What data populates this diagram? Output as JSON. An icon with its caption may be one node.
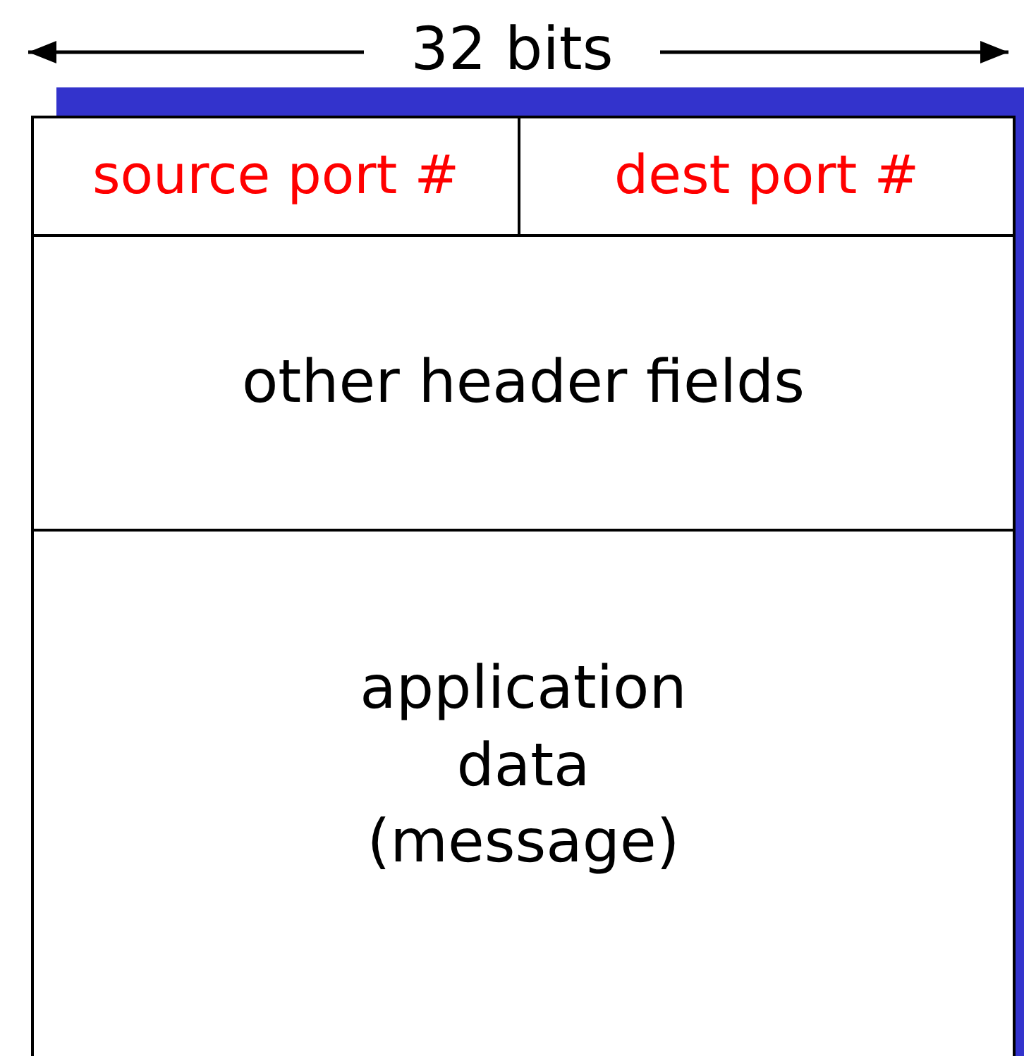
{
  "diagram": {
    "nodes": [
      {
        "text": [
          "source port #"
        ]
      },
      {
        "text": [
          "dest port #"
        ]
      },
      {
        "text": [
          "other header fields"
        ]
      },
      {
        "text": [
          "application data (message)"
        ]
      }
    ],
    "labels": [
      "32 bits"
    ]
  }
}
